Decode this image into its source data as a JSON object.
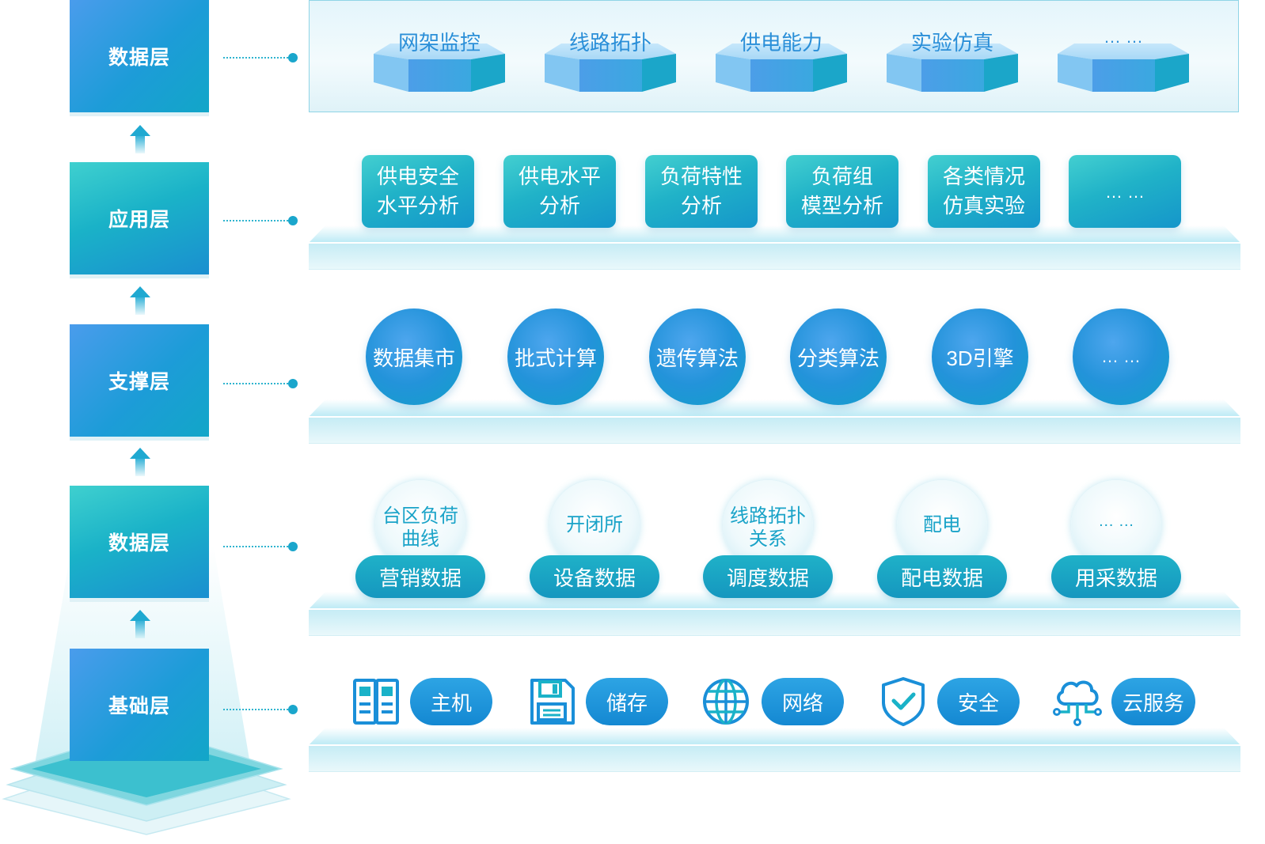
{
  "left_column": {
    "layers": [
      "数据层",
      "应用层",
      "支撑层",
      "数据层",
      "基础层"
    ]
  },
  "top_panel": {
    "items": [
      "网架监控",
      "线路拓扑",
      "供电能力",
      "实验仿真",
      "… …"
    ]
  },
  "application": {
    "tiles": [
      {
        "line1": "供电安全",
        "line2": "水平分析"
      },
      {
        "line1": "供电水平",
        "line2": "分析"
      },
      {
        "line1": "负荷特性",
        "line2": "分析"
      },
      {
        "line1": "负荷组",
        "line2": "模型分析"
      },
      {
        "line1": "各类情况",
        "line2": "仿真实验"
      },
      {
        "line1": "… …",
        "line2": ""
      }
    ]
  },
  "support": {
    "items": [
      "数据集市",
      "批式计算",
      "遗传算法",
      "分类算法",
      "3D引擎",
      "… …"
    ]
  },
  "data_layer": {
    "groups": [
      {
        "bubble_line1": "台区负荷",
        "bubble_line2": "曲线",
        "pill": "营销数据"
      },
      {
        "bubble_line1": "开闭所",
        "bubble_line2": "",
        "pill": "设备数据"
      },
      {
        "bubble_line1": "线路拓扑",
        "bubble_line2": "关系",
        "pill": "调度数据"
      },
      {
        "bubble_line1": "配电",
        "bubble_line2": "",
        "pill": "配电数据"
      },
      {
        "bubble_line1": "… …",
        "bubble_line2": "",
        "pill": "用采数据"
      }
    ]
  },
  "base_layer": {
    "items": [
      {
        "label": "主机",
        "icon": "server-icon"
      },
      {
        "label": "储存",
        "icon": "floppy-disk-icon"
      },
      {
        "label": "网络",
        "icon": "globe-icon"
      },
      {
        "label": "安全",
        "icon": "shield-check-icon"
      },
      {
        "label": "云服务",
        "icon": "cloud-network-icon"
      }
    ]
  },
  "colors": {
    "blue": "#2b8fd8",
    "teal": "#1ab2c8",
    "light_teal": "#c6ecf5"
  }
}
